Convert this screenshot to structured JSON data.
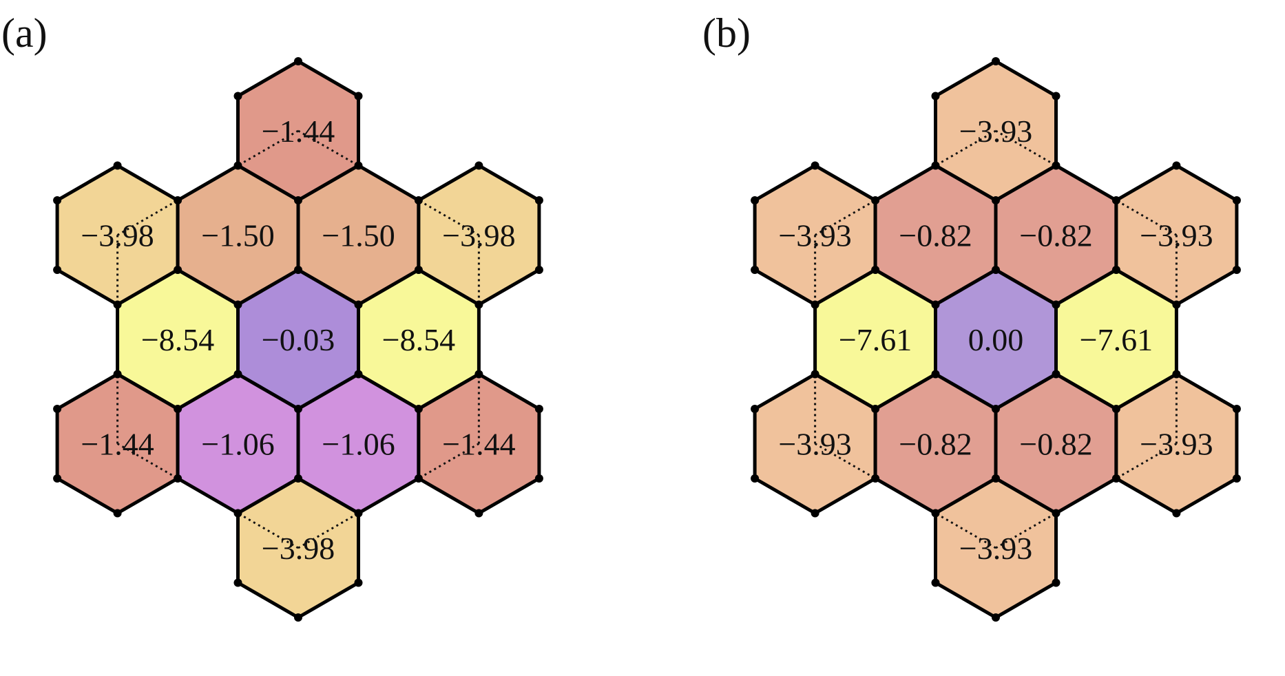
{
  "panels": [
    {
      "label": "(a)",
      "cells": [
        {
          "id": "top",
          "value": "−1.44",
          "color": "#e0998a"
        },
        {
          "id": "upper-left",
          "value": "−3.98",
          "color": "#f2d596"
        },
        {
          "id": "upper-inner-left",
          "value": "−1.50",
          "color": "#e6b08e"
        },
        {
          "id": "upper-inner-right",
          "value": "−1.50",
          "color": "#e6b08e"
        },
        {
          "id": "upper-right",
          "value": "−3.98",
          "color": "#f2d596"
        },
        {
          "id": "mid-left",
          "value": "−8.54",
          "color": "#f8f899"
        },
        {
          "id": "center",
          "value": "−0.03",
          "color": "#ad8dd9"
        },
        {
          "id": "mid-right",
          "value": "−8.54",
          "color": "#f8f899"
        },
        {
          "id": "lower-left",
          "value": "−1.44",
          "color": "#e0998a"
        },
        {
          "id": "lower-inner-left",
          "value": "−1.06",
          "color": "#d192de"
        },
        {
          "id": "lower-inner-right",
          "value": "−1.06",
          "color": "#d192de"
        },
        {
          "id": "lower-right",
          "value": "−1.44",
          "color": "#e0998a"
        },
        {
          "id": "bottom",
          "value": "−3.98",
          "color": "#f2d596"
        }
      ]
    },
    {
      "label": "(b)",
      "cells": [
        {
          "id": "top",
          "value": "−3.93",
          "color": "#f0c29c"
        },
        {
          "id": "upper-left",
          "value": "−3.93",
          "color": "#f0c29c"
        },
        {
          "id": "upper-inner-left",
          "value": "−0.82",
          "color": "#e19f92"
        },
        {
          "id": "upper-inner-right",
          "value": "−0.82",
          "color": "#e19f92"
        },
        {
          "id": "upper-right",
          "value": "−3.93",
          "color": "#f0c29c"
        },
        {
          "id": "mid-left",
          "value": "−7.61",
          "color": "#f8f899"
        },
        {
          "id": "center",
          "value": "0.00",
          "color": "#b096d8"
        },
        {
          "id": "mid-right",
          "value": "−7.61",
          "color": "#f8f899"
        },
        {
          "id": "lower-left",
          "value": "−3.93",
          "color": "#f0c29c"
        },
        {
          "id": "lower-inner-left",
          "value": "−0.82",
          "color": "#e19f92"
        },
        {
          "id": "lower-inner-right",
          "value": "−0.82",
          "color": "#e19f92"
        },
        {
          "id": "lower-right",
          "value": "−3.93",
          "color": "#f0c29c"
        },
        {
          "id": "bottom",
          "value": "−3.93",
          "color": "#f0c29c"
        }
      ]
    }
  ]
}
